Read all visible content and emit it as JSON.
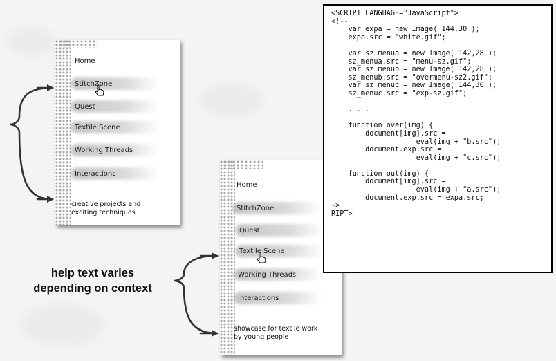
{
  "menu1": {
    "items": [
      "Home",
      "StitchZone",
      "Quest",
      "Textile Scene",
      "Working Threads",
      "Interactions"
    ],
    "help_text": [
      "creative projects and",
      "exciting techniques"
    ]
  },
  "menu2": {
    "items": [
      "Home",
      "StitchZone",
      "Quest",
      "Textile Scene",
      "Working Threads",
      "Interactions"
    ],
    "help_text": [
      "showcase for textile work",
      "by young people"
    ]
  },
  "caption": [
    "help text varies",
    "depending on context"
  ],
  "code": [
    "<SCRIPT LANGUAGE=\"JavaScript\">",
    "<!--",
    "    var expa = new Image( 144,30 );",
    "    expa.src = \"white.gif\";",
    "",
    "    var sz_menua = new Image( 142,28 );",
    "    sz_menua.src = \"menu-sz.gif\";",
    "    var sz_menub = new Image( 142,28 );",
    "    sz_menub.src = \"overmenu-sz2.gif\";",
    "    var sz_menuc = new Image( 144,30 );",
    "    sz_menuc.src = \"exp-sz.gif\";",
    "",
    "    . . .",
    "",
    "    function over(img) {",
    "        document[img].src =",
    "                    eval(img + \"b.src\");",
    "        document.exp.src =",
    "                    eval(img + \"c.src\");",
    "",
    "    function out(img) {",
    "        document[img].src =",
    "                    eval(img + \"a.src\");",
    "        document.exp.src = expa.src;",
    "->",
    "RIPT>"
  ],
  "icons": [
    "hand-pointer-icon",
    "curly-brace-arrow-icon"
  ]
}
